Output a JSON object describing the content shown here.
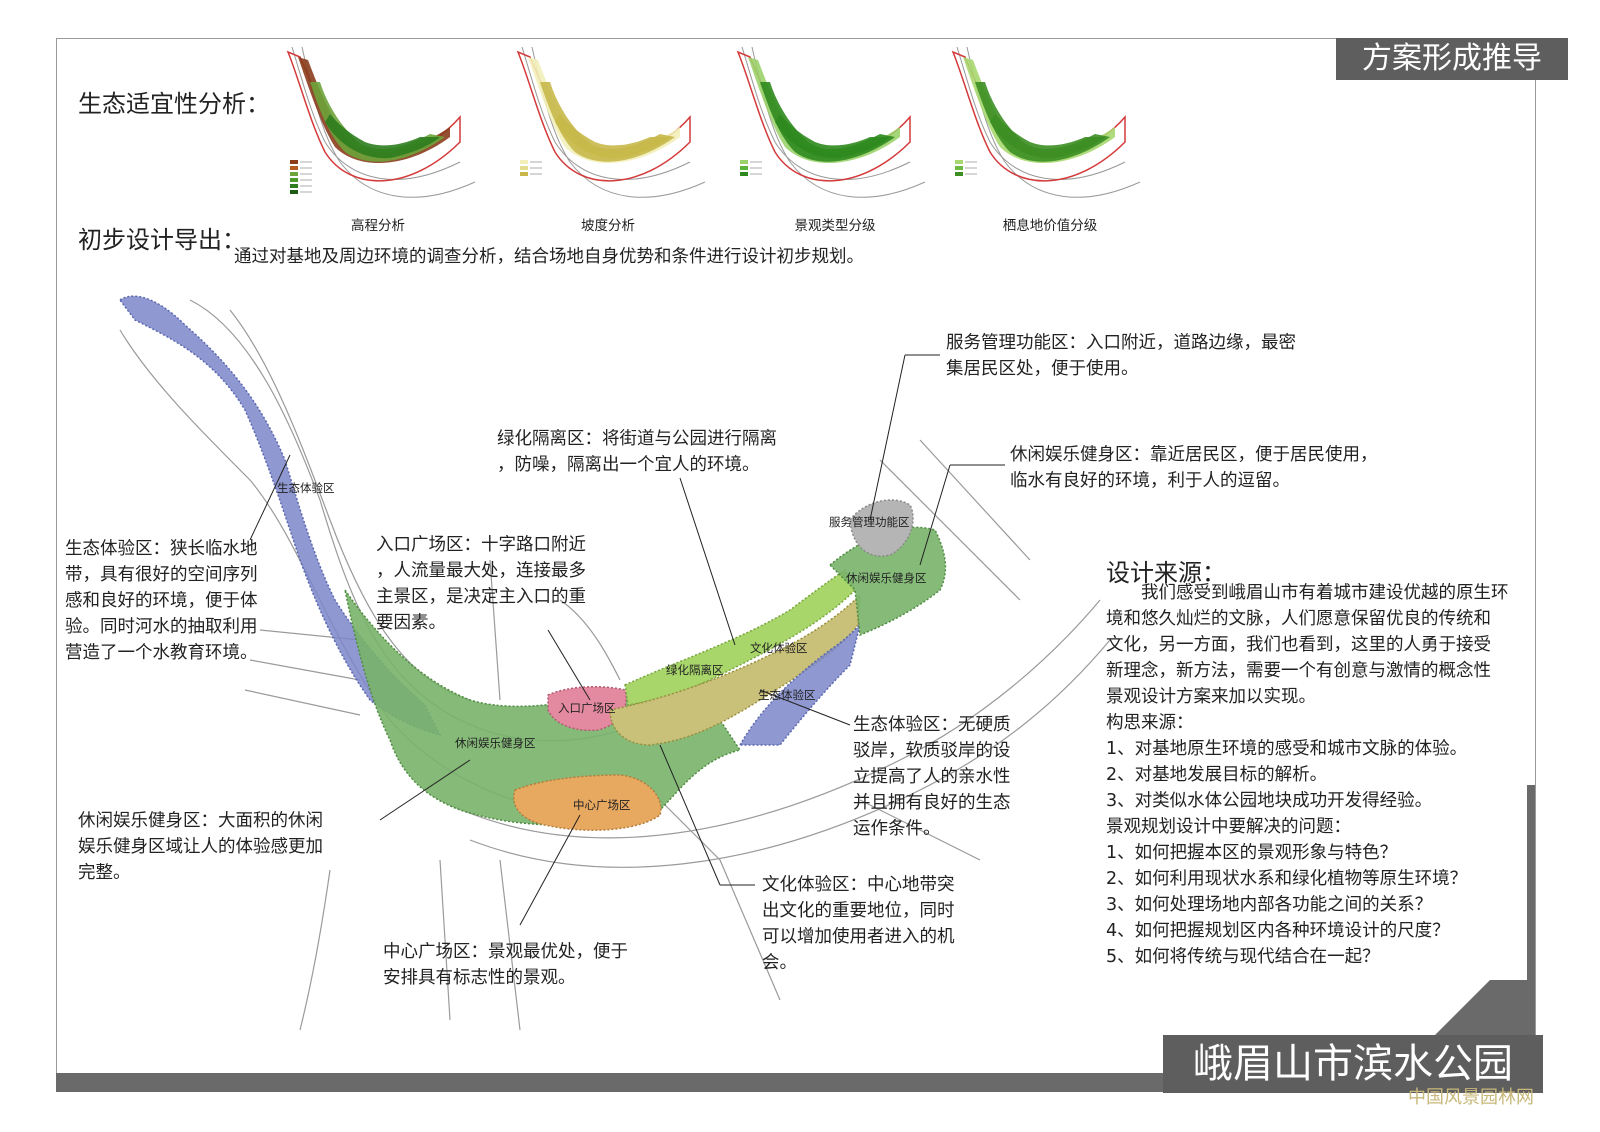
{
  "header": {
    "title": "方案形成推导"
  },
  "footer": {
    "title": "峨眉山市滨水公园",
    "watermark": "中国风景园林网"
  },
  "eco_analysis": {
    "heading": "生态适宜性分析：",
    "thumbs": [
      {
        "caption": "高程分析",
        "palette": [
          "#8a3c1c",
          "#b25b22",
          "#6da33a",
          "#4c9a2a",
          "#2e7d1f",
          "#1b5e13"
        ]
      },
      {
        "caption": "坡度分析",
        "palette": [
          "#f2efb8",
          "#e4dd8f",
          "#c8b84a"
        ]
      },
      {
        "caption": "景观类型分级",
        "palette": [
          "#9bd26a",
          "#5bb53a",
          "#2f8a1e"
        ]
      },
      {
        "caption": "栖息地价值分级",
        "palette": [
          "#a7d86f",
          "#6cbb3f",
          "#3c8e23"
        ]
      }
    ]
  },
  "preliminary": {
    "heading": "初步设计导出：",
    "intro": "通过对基地及周边环境的调查分析，结合场地自身优势和条件进行设计初步规划。"
  },
  "zones": {
    "colors": {
      "blue": "#7b86c8",
      "green": "#79b36a",
      "lime": "#a8d66a",
      "olive": "#c9c07a",
      "pink": "#e48aa0",
      "orange": "#e7a860",
      "gray": "#b5b5b5"
    },
    "labels": {
      "eco_north": "生态体验区",
      "service": "服务管理功能区",
      "leisure_east": "休闲娱乐健身区",
      "culture": "文化体验区",
      "greenbelt": "绿化隔离区",
      "eco_east": "生态体验区",
      "entrance": "入口广场区",
      "leisure_main": "休闲娱乐健身区",
      "center": "中心广场区"
    }
  },
  "annotations": {
    "service": [
      "服务管理功能区：入口附近，道路边缘，最密",
      "集居民区处，便于使用。"
    ],
    "greenbelt": [
      "绿化隔离区：将街道与公园进行隔离",
      "，防噪，隔离出一个宜人的环境。"
    ],
    "leisure_east": [
      "休闲娱乐健身区：靠近居民区，便于居民使用，",
      "临水有良好的环境，利于人的逗留。"
    ],
    "entrance": [
      "入口广场区：十字路口附近",
      "，人流量最大处，连接最多",
      "主景区，是决定主入口的重",
      "要因素。"
    ],
    "eco_north": [
      "生态体验区：狭长临水地",
      "带，具有很好的空间序列",
      "感和良好的环境，便于体",
      "验。同时河水的抽取利用",
      "营造了一个水教育环境。"
    ],
    "eco_east": [
      "生态体验区：无硬质",
      "驳岸，软质驳岸的设",
      "立提高了人的亲水性",
      "并且拥有良好的生态",
      "运作条件。"
    ],
    "leisure_main": [
      "休闲娱乐健身区：大面积的休闲",
      "娱乐健身区域让人的体验感更加",
      "完整。"
    ],
    "culture": [
      "文化体验区：中心地带突",
      "出文化的重要地位，同时",
      "可以增加使用者进入的机",
      "会。"
    ],
    "center": [
      "中心广场区：景观最优处，便于",
      "安排具有标志性的景观。"
    ]
  },
  "design_source": {
    "heading": "设计来源：",
    "lines": [
      "　　我们感受到峨眉山市有着城市建设优越的原生环",
      "境和悠久灿烂的文脉，人们愿意保留优良的传统和",
      "文化，另一方面，我们也看到，这里的人勇于接受",
      "新理念，新方法，需要一个有创意与激情的概念性",
      "景观设计方案来加以实现。",
      "构思来源：",
      "1、对基地原生环境的感受和城市文脉的体验。",
      "2、对基地发展目标的解析。",
      "3、对类似水体公园地块成功开发得经验。",
      "景观规划设计中要解决的问题：",
      "1、如何把握本区的景观形象与特色？",
      "2、如何利用现状水系和绿化植物等原生环境？",
      "3、如何处理场地内部各功能之间的关系？",
      "4、如何把握规划区内各种环境设计的尺度？",
      "5、如何将传统与现代结合在一起？"
    ]
  }
}
